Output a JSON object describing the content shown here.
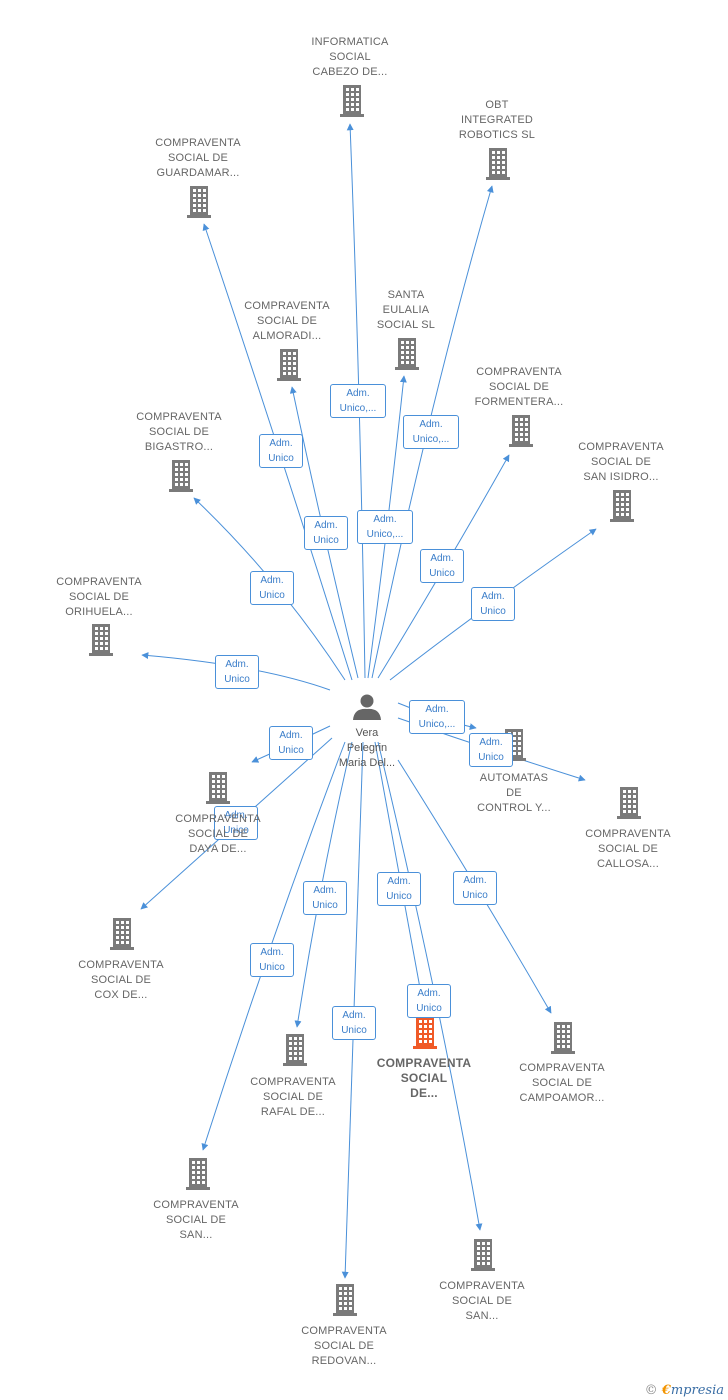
{
  "colors": {
    "edge": "#4a90d9",
    "building": "#7a7a7a",
    "building_active": "#f05a28",
    "person": "#666666"
  },
  "person": {
    "name_lines": [
      "Vera",
      "Pelegrin",
      "Maria Del..."
    ],
    "icon": "person-icon"
  },
  "companies": [
    {
      "id": "informatica",
      "lines": [
        "INFORMATICA",
        "SOCIAL",
        "CABEZO DE..."
      ]
    },
    {
      "id": "obt",
      "lines": [
        "OBT",
        "INTEGRATED",
        "ROBOTICS  SL"
      ]
    },
    {
      "id": "guardamar",
      "lines": [
        "COMPRAVENTA",
        "SOCIAL DE",
        "GUARDAMAR..."
      ]
    },
    {
      "id": "almoradi",
      "lines": [
        "COMPRAVENTA",
        "SOCIAL DE",
        "ALMORADI..."
      ]
    },
    {
      "id": "santa-eulalia",
      "lines": [
        "SANTA",
        "EULALIA",
        "SOCIAL  SL"
      ]
    },
    {
      "id": "formentera",
      "lines": [
        "COMPRAVENTA",
        "SOCIAL DE",
        "FORMENTERA..."
      ]
    },
    {
      "id": "bigastro",
      "lines": [
        "COMPRAVENTA",
        "SOCIAL DE",
        "BIGASTRO..."
      ]
    },
    {
      "id": "san-isidro",
      "lines": [
        "COMPRAVENTA",
        "SOCIAL DE",
        "SAN ISIDRO..."
      ]
    },
    {
      "id": "orihuela",
      "lines": [
        "COMPRAVENTA",
        "SOCIAL DE",
        "ORIHUELA..."
      ]
    },
    {
      "id": "automatas",
      "lines": [
        "AUTOMATAS",
        "DE",
        "CONTROL Y..."
      ]
    },
    {
      "id": "daya",
      "lines": [
        "COMPRAVENTA",
        "SOCIAL DE",
        "DAYA DE..."
      ]
    },
    {
      "id": "callosa",
      "lines": [
        "COMPRAVENTA",
        "SOCIAL DE",
        "CALLOSA..."
      ]
    },
    {
      "id": "cox",
      "lines": [
        "COMPRAVENTA",
        "SOCIAL DE",
        "COX DE..."
      ]
    },
    {
      "id": "rafal",
      "lines": [
        "COMPRAVENTA",
        "SOCIAL DE",
        "RAFAL DE..."
      ]
    },
    {
      "id": "current",
      "lines": [
        "COMPRAVENTA",
        "SOCIAL",
        "DE..."
      ],
      "active": true
    },
    {
      "id": "campoamor",
      "lines": [
        "COMPRAVENTA",
        "SOCIAL DE",
        "CAMPOAMOR..."
      ]
    },
    {
      "id": "san-1",
      "lines": [
        "COMPRAVENTA",
        "SOCIAL DE",
        "SAN..."
      ]
    },
    {
      "id": "san-2",
      "lines": [
        "COMPRAVENTA",
        "SOCIAL DE",
        "SAN..."
      ]
    },
    {
      "id": "redovan",
      "lines": [
        "COMPRAVENTA",
        "SOCIAL DE",
        "REDOVAN..."
      ]
    }
  ],
  "edges": [
    {
      "to": "informatica",
      "label_lines": [
        "Adm.",
        "Unico,..."
      ]
    },
    {
      "to": "obt",
      "label_lines": [
        "Adm.",
        "Unico,..."
      ]
    },
    {
      "to": "guardamar",
      "label_lines": [
        "Adm.",
        "Unico"
      ]
    },
    {
      "to": "almoradi",
      "label_lines": [
        "Adm.",
        "Unico"
      ]
    },
    {
      "to": "santa-eulalia",
      "label_lines": [
        "Adm.",
        "Unico,..."
      ]
    },
    {
      "to": "formentera",
      "label_lines": [
        "Adm.",
        "Unico"
      ]
    },
    {
      "to": "bigastro",
      "label_lines": [
        "Adm.",
        "Unico"
      ]
    },
    {
      "to": "san-isidro",
      "label_lines": [
        "Adm.",
        "Unico"
      ]
    },
    {
      "to": "orihuela",
      "label_lines": [
        "Adm.",
        "Unico"
      ]
    },
    {
      "to": "automatas",
      "label_lines": [
        "Adm.",
        "Unico,..."
      ]
    },
    {
      "to": "callosa",
      "label_lines": [
        "Adm.",
        "Unico"
      ]
    },
    {
      "to": "daya",
      "label_lines": [
        "Adm.",
        "Unico"
      ]
    },
    {
      "to": "cox",
      "label_lines": [
        "Adm.",
        "Unico"
      ]
    },
    {
      "to": "rafal",
      "label_lines": [
        "Adm.",
        "Unico"
      ]
    },
    {
      "to": "current",
      "label_lines": [
        "Adm.",
        "Unico"
      ]
    },
    {
      "to": "campoamor",
      "label_lines": [
        "Adm.",
        "Unico"
      ]
    },
    {
      "to": "san-1",
      "label_lines": [
        "Adm.",
        "Unico"
      ]
    },
    {
      "to": "redovan",
      "label_lines": [
        "Adm.",
        "Unico"
      ]
    },
    {
      "to": "san-2",
      "label_lines": [
        "Adm.",
        "Unico"
      ]
    }
  ],
  "footer": {
    "copyright": "©",
    "brand_e": "€",
    "brand": "mpresia"
  }
}
